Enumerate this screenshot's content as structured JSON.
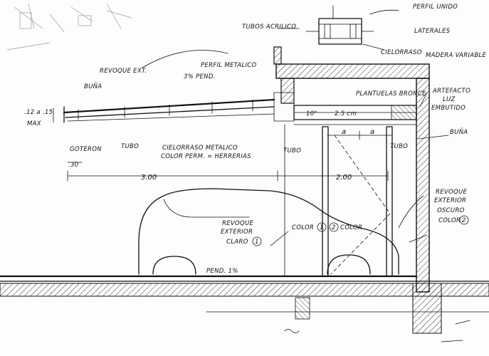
{
  "labels": {
    "tubo_acrilico": "TUBOS ACRILICO",
    "perfil_unido": "PERFIL UNIDO",
    "laterales": "LATERALES",
    "cielorraso_top": "CIELORRASO",
    "madera_variable": "MADERA VARIABLE",
    "revoque_ext": "REVOQUE EXT.",
    "perfil_metalico": "PERFIL METALICO",
    "pend_3": "3% PEND.",
    "buna_left": "BUÑA",
    "plantuelas_bronce": "PLANTUELAS BRONCE",
    "artefacto": "ARTEFACTO",
    "luz": "LUZ",
    "embutido": "EMBUTIDO",
    "dim_12a15": ".12 a .15",
    "max": "MAX",
    "dim_10": "10\"",
    "dim_25": "2.5 cm",
    "dim_a1": "a",
    "dim_a2": "a",
    "buna_right": "BUÑA",
    "goteron": "GOTERON",
    "tubo_left": "TUBO",
    "cielorraso_metalico": "CIELORRASO METALICO",
    "color_perm": "COLOR PERM. = HERRERIAS",
    "tubo_mid": "TUBO",
    "tubo_right": "TUBO",
    "dim_30": ".30",
    "dim_300": "3.00",
    "dim_200": "2.00",
    "revoque_ext_oscuro_1": "REVOQUE",
    "revoque_ext_oscuro_2": "EXTERIOR",
    "revoque_ext_oscuro_3": "OSCURO",
    "revoque_ext_oscuro_4": "COLOR",
    "revoque_claro_1": "REVOQUE",
    "revoque_claro_2": "EXTERIOR",
    "revoque_claro_3": "CLARO",
    "color1": "COLOR",
    "color2": "COLOR",
    "num1": "1",
    "num2": "2",
    "num1b": "1",
    "num2b": "2",
    "pend_1": "PEND. 1%"
  }
}
